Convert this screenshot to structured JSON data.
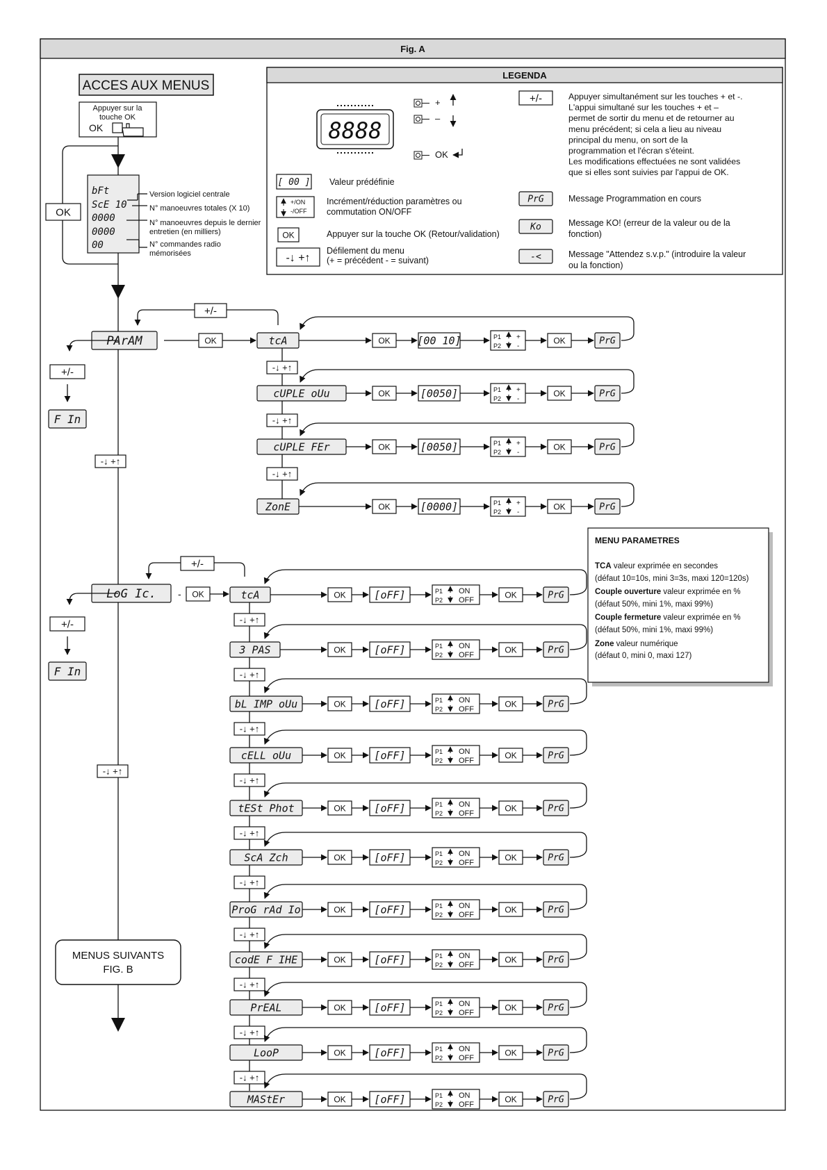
{
  "figure_title": "Fig. A",
  "access": {
    "title": "ACCES AUX MENUS",
    "press_ok_line1": "Appuyer sur la",
    "press_ok_line2": "touche OK",
    "ok_label": "OK",
    "side_ok": "OK",
    "display_lines": [
      "bFt",
      "ScE  10",
      "0000",
      "0000",
      "00"
    ],
    "display_labels": [
      [
        "Version logiciel centrale"
      ],
      [
        "N° manoeuvres totales (X 10)"
      ],
      [
        "N° manoeuvres depuis le dernier",
        "entretien (en milliers)"
      ],
      [
        "N° commandes radio",
        "mémorisées"
      ]
    ]
  },
  "legend": {
    "title": "LEGENDA",
    "digits": "8888",
    "plus_label": "+",
    "minus_label": "–",
    "ok_enter": "OK",
    "plusminus_key": "+/-",
    "plusminus_desc": [
      "Appuyer simultanément sur les touches + et -.",
      "L'appui simultané sur les touches + et –",
      "permet de sortir du menu et de retourner au",
      "menu précédent; si cela a lieu au niveau",
      "principal du menu, on sort de la",
      "programmation et l'écran s'éteint.",
      "Les modifications effectuées ne sont validées",
      "que si elles sont suivies par l'appui de OK."
    ],
    "preset_key": "[ 00 ]",
    "preset_desc": "Valeur prédéfinie",
    "incr_key_on": "+/ON",
    "incr_key_off": "-/OFF",
    "incr_desc": [
      "Incrément/réduction paramètres ou",
      "commutation ON/OFF"
    ],
    "ok_key": "OK",
    "ok_desc": "Appuyer sur la touche OK (Retour/validation)",
    "scroll_key": "-↓ +↑",
    "scroll_desc": [
      "Défilement du menu",
      "(+ = précédent  - = suivant)"
    ],
    "prg_key": "PrG",
    "prg_desc": "Message Programmation en cours",
    "ko_key": "Ko",
    "ko_desc": [
      "Message KO! (erreur de la valeur ou de la",
      "fonction)"
    ],
    "wait_key": "-<",
    "wait_desc": [
      "Message \"Attendez s.v.p.\" (introduire la valeur",
      "ou la fonction)"
    ]
  },
  "common": {
    "plusminus": "+/-",
    "ok": "OK",
    "prg": "PrG",
    "scroll": "-↓ +↑",
    "fin": "F In",
    "p1": "P1",
    "p2": "P2",
    "on": "ON",
    "off": "OFF",
    "plus": "+",
    "minus": "-",
    "dash": "-"
  },
  "param_menu": {
    "label": "PArAM",
    "items": [
      {
        "label": "tcA",
        "value": "[00 10]"
      },
      {
        "label": "cUPLE oUu",
        "value": "[0050]"
      },
      {
        "label": "cUPLE FEr",
        "value": "[0050]"
      },
      {
        "label": "ZonE",
        "value": "[0000]"
      }
    ]
  },
  "logic_menu": {
    "label": "LoG Ic.",
    "items": [
      {
        "label": "tcA",
        "value": "[oFF]"
      },
      {
        "label": "3 PAS",
        "value": "[oFF]"
      },
      {
        "label": "bL IMP oUu",
        "value": "[oFF]"
      },
      {
        "label": "cELL oUu",
        "value": "[oFF]"
      },
      {
        "label": "tESt Phot",
        "value": "[oFF]"
      },
      {
        "label": "ScA Zch",
        "value": "[oFF]"
      },
      {
        "label": "ProG rAd Io",
        "value": "[oFF]"
      },
      {
        "label": "codE F IHE",
        "value": "[oFF]"
      },
      {
        "label": "PrEAL",
        "value": "[oFF]"
      },
      {
        "label": "LooP",
        "value": "[oFF]"
      },
      {
        "label": "MAStEr",
        "value": "[oFF]"
      }
    ]
  },
  "next_menus": [
    "MENUS SUIVANTS",
    "FIG. B"
  ],
  "parametres_box": {
    "title": "MENU PARAMETRES",
    "lines": [
      [
        {
          "b": "TCA"
        },
        {
          "t": " valeur exprimée en secondes"
        }
      ],
      [
        {
          "t": "(défaut 10=10s, mini 3=3s, maxi 120=120s)"
        }
      ],
      [
        {
          "b": "Couple ouverture"
        },
        {
          "t": " valeur exprimée en %"
        }
      ],
      [
        {
          "t": "(défaut 50%, mini 1%, maxi 99%)"
        }
      ],
      [
        {
          "b": "Couple  fermeture"
        },
        {
          "t": " valeur exprimée en %"
        }
      ],
      [
        {
          "t": "(défaut 50%, mini 1%, maxi 99%)"
        }
      ],
      [
        {
          "b": "Zone"
        },
        {
          "t": " valeur numérique"
        }
      ],
      [
        {
          "t": "(défaut 0, mini 0, maxi 127)"
        }
      ]
    ]
  }
}
